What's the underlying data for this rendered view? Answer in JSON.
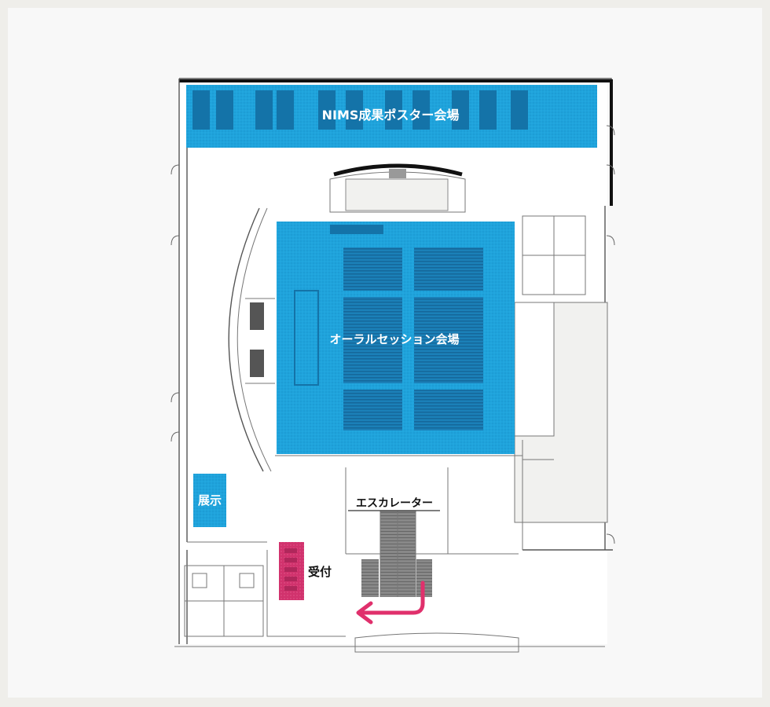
{
  "map": {
    "areas": {
      "poster_hall": {
        "label": "NIMS成果ポスター会場"
      },
      "oral_hall": {
        "label": "オーラルセッション会場"
      },
      "exhibit": {
        "label": "展示"
      },
      "escalator": {
        "label": "エスカレーター"
      },
      "reception": {
        "label": "受付"
      }
    },
    "colors": {
      "venue_blue": "#1fa3dc",
      "venue_blue_dark": "#1473a8",
      "reception_pink": "#d1326d",
      "route_arrow": "#e0306c",
      "wall": "#555555",
      "floor": "#ffffff",
      "background": "#efeeea"
    }
  }
}
